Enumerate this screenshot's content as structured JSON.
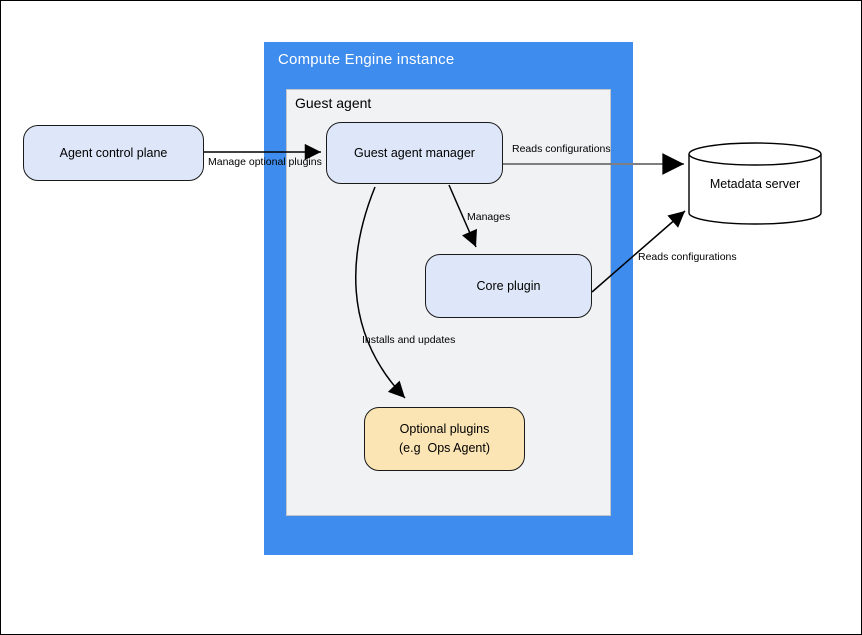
{
  "diagram": {
    "containers": {
      "compute_engine": {
        "label": "Compute Engine instance"
      },
      "guest_agent": {
        "label": "Guest agent"
      }
    },
    "nodes": {
      "agent_control_plane": {
        "label": "Agent control plane"
      },
      "guest_agent_manager": {
        "label": "Guest agent manager"
      },
      "core_plugin": {
        "label": "Core plugin"
      },
      "optional_plugins": {
        "label_line1": "Optional plugins",
        "label_line2": "(e.g  Ops Agent)"
      },
      "metadata_server": {
        "label": "Metadata server"
      }
    },
    "edges": {
      "manage_optional_plugins": {
        "label": "Manage optional plugins"
      },
      "reads_configurations_manager": {
        "label": "Reads configurations"
      },
      "manages": {
        "label": "Manages"
      },
      "reads_configurations_core": {
        "label": "Reads configurations"
      },
      "installs_and_updates": {
        "label": "Installs and updates"
      }
    },
    "colors": {
      "container_blue": "#3E8CED",
      "container_gray": "#F1F2F4",
      "node_blue_fill": "#DEE7F9",
      "node_yellow_fill": "#FBE5B5",
      "node_stroke": "#1a1a1a",
      "edge_black": "#000000",
      "edge_gray": "#7f7f7f",
      "title_text": "#ffffff"
    }
  }
}
